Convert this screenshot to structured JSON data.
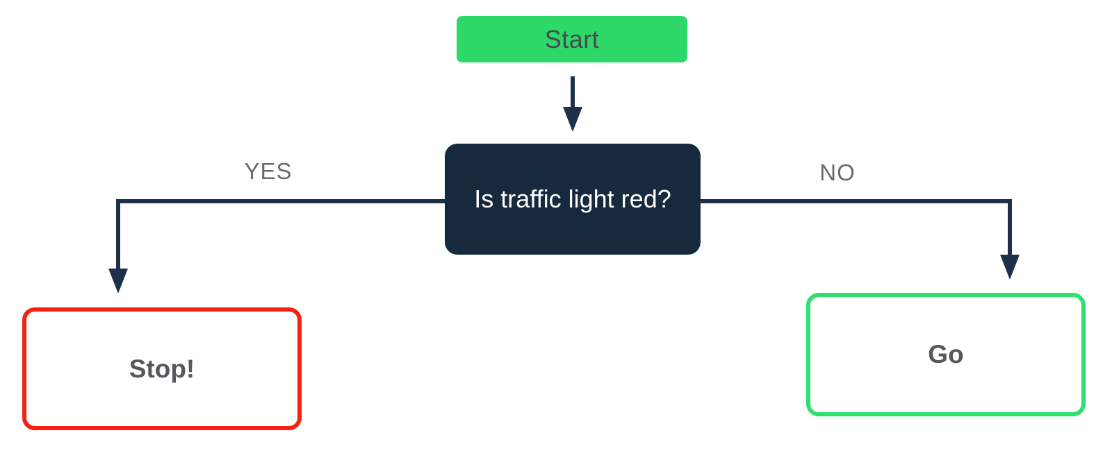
{
  "diagram": {
    "type": "flowchart",
    "nodes": {
      "start": {
        "label": "Start",
        "kind": "start-terminator",
        "fill": "#2dd869",
        "text_color": "#454a4e"
      },
      "decision": {
        "label": "Is traffic light red?",
        "kind": "decision",
        "fill": "#16293d",
        "text_color": "#ffffff"
      },
      "stop": {
        "label": "Stop!",
        "kind": "outcome",
        "fill": "#ffffff",
        "border_color": "#f32311",
        "text_color": "#55575a"
      },
      "go": {
        "label": "Go",
        "kind": "outcome",
        "fill": "#ffffff",
        "border_color": "#2ee06e",
        "text_color": "#55575a"
      }
    },
    "edges": {
      "start_to_decision": {
        "from": "start",
        "to": "decision",
        "label": ""
      },
      "decision_to_stop": {
        "from": "decision",
        "to": "stop",
        "label": "YES"
      },
      "decision_to_go": {
        "from": "decision",
        "to": "go",
        "label": "NO"
      }
    },
    "colors": {
      "connector": "#1c3147",
      "branch_label": "#696a6d",
      "background": "#ffffff"
    }
  }
}
